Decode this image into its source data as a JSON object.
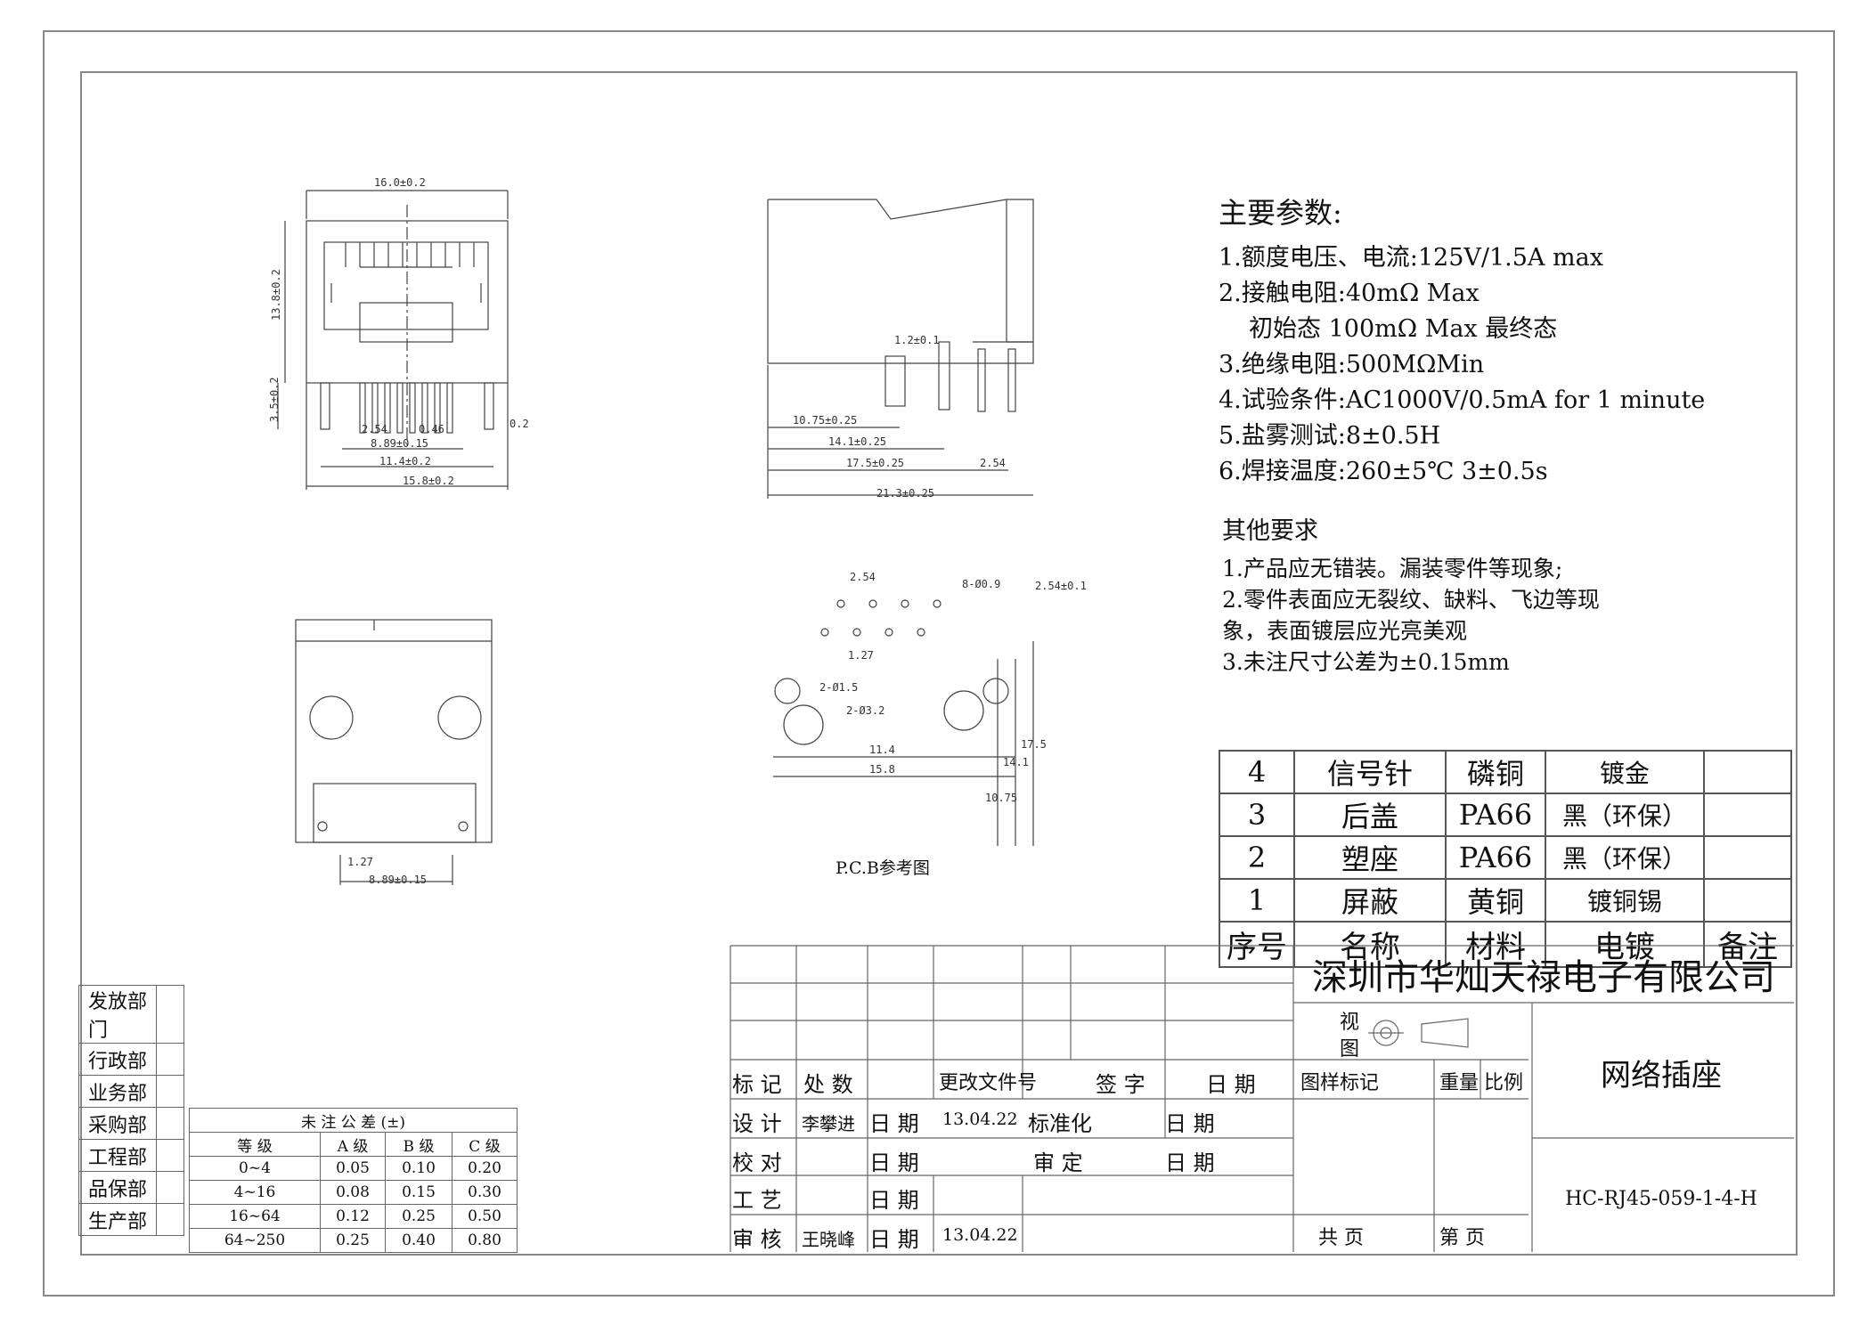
{
  "main_params": {
    "title": "主要参数:",
    "items": [
      "1.额度电压、电流:125V/1.5A max",
      "2.接触电阻:40mΩ  Max",
      "初始态 100mΩ  Max 最终态",
      "3.绝缘电阻:500MΩMin",
      "4.试验条件:AC1000V/0.5mA for 1 minute",
      "5.盐雾测试:8±0.5H",
      "6.焊接温度:260±5℃  3±0.5s"
    ]
  },
  "other_reqs": {
    "title": "其他要求",
    "items": [
      "1.产品应无错装。漏装零件等现象;",
      "2.零件表面应无裂纹、缺料、飞边等现",
      "象，表面镀层应光亮美观",
      "3.未注尺寸公差为±0.15mm"
    ]
  },
  "dims": {
    "front_w": "16.0±0.2",
    "front_h": "13.8±0.2",
    "leg_h": "3.5±0.2",
    "pitch": "2.54",
    "pin_w": "0.46",
    "span_a": "8.89±0.15",
    "span_b": "11.4±0.2",
    "span_c": "15.8±0.2",
    "small_r": "0.2",
    "side_1": "1.2±0.1",
    "side_2": "10.75±0.25",
    "side_3": "14.1±0.25",
    "side_4": "17.5±0.25",
    "side_5": "2.54",
    "side_6": "21.3±0.25",
    "bottom_a": "1.27",
    "bottom_b": "8.89±0.15",
    "pcb_1": "2.54",
    "pcb_2": "8-Ø0.9",
    "pcb_3": "2.54±0.1",
    "pcb_4": "1.27",
    "pcb_5": "2-Ø1.5",
    "pcb_6": "2-Ø3.2",
    "pcb_7": "11.4",
    "pcb_8": "15.8",
    "pcb_9": "10.75",
    "pcb_10": "14.1",
    "pcb_11": "17.5"
  },
  "pcb_caption": "P.C.B参考图",
  "bom": {
    "rows": [
      [
        "4",
        "信号针",
        "磷铜",
        "镀金",
        ""
      ],
      [
        "3",
        "后盖",
        "PA66",
        "黑（环保）",
        ""
      ],
      [
        "2",
        "塑座",
        "PA66",
        "黑（环保）",
        ""
      ],
      [
        "1",
        "屏蔽",
        "黄铜",
        "镀铜锡",
        ""
      ]
    ],
    "header": [
      "序号",
      "名称",
      "材料",
      "电镀",
      "备注"
    ]
  },
  "departments": [
    "发放部门",
    "行政部",
    "业务部",
    "采购部",
    "工程部",
    "品保部",
    "生产部"
  ],
  "tolerance": {
    "title": "未 注 公 差 (±)",
    "header": [
      "等  级",
      "A 级",
      "B 级",
      "C 级"
    ],
    "rows": [
      [
        "0~4",
        "0.05",
        "0.10",
        "0.20"
      ],
      [
        "4~16",
        "0.08",
        "0.15",
        "0.30"
      ],
      [
        "16~64",
        "0.12",
        "0.25",
        "0.50"
      ],
      [
        "64~250",
        "0.25",
        "0.40",
        "0.80"
      ]
    ]
  },
  "titleblock": {
    "company": "深圳市华灿天禄电子有限公司",
    "view_1": "视",
    "view_2": "图",
    "labels": {
      "mark": "标 记",
      "count": "处 数",
      "change_doc": "更改文件号",
      "sign": "签   字",
      "date": "日 期",
      "design": "设 计",
      "check": "校 对",
      "craft": "工 艺",
      "review": "审 核",
      "day": "日 期",
      "standard": "标准化",
      "approve": "审 定",
      "sample_mark": "图样标记",
      "weight": "重量",
      "scale": "比例",
      "total": "共   页",
      "page": "第   页"
    },
    "designer": "李攀进",
    "reviewer": "王晓峰",
    "design_date": "13.04.22",
    "review_date": "13.04.22",
    "product_name": "网络插座",
    "product_code": "HC-RJ45-059-1-4-H"
  }
}
